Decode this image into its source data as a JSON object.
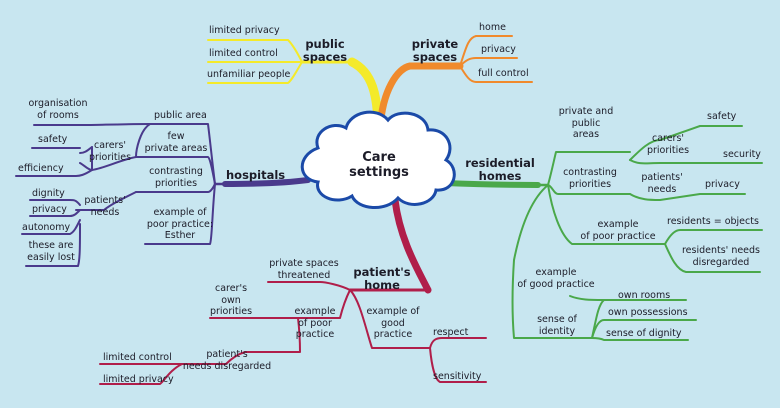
{
  "center": {
    "title_line1": "Care",
    "title_line2": "settings"
  },
  "branches": {
    "public_spaces": {
      "color": "#f4ea2a",
      "title_line1": "public",
      "title_line2": "spaces",
      "items": [
        "limited privacy",
        "limited control",
        "unfamiliar people"
      ]
    },
    "private_spaces": {
      "color": "#f08a2c",
      "title_line1": "private",
      "title_line2": "spaces",
      "items": [
        "home",
        "privacy",
        "full control"
      ]
    },
    "hospitals": {
      "color": "#4a3a8c",
      "title": "hospitals",
      "items": {
        "public_area": "public area",
        "few_line1": "few",
        "few_line2": "private areas",
        "contrasting_line1": "contrasting",
        "contrasting_line2": "priorities",
        "example_line1": "example of",
        "example_line2": "poor practice:",
        "example_line3": "Esther",
        "carers_line1": "carers'",
        "carers_line2": "priorities",
        "organisation_line1": "organisation",
        "organisation_line2": "of rooms",
        "safety": "safety",
        "efficiency": "efficiency",
        "patients_line1": "patients'",
        "patients_line2": "needs",
        "dignity": "dignity",
        "privacy": "privacy",
        "autonomy": "autonomy",
        "lost_line1": "these are",
        "lost_line2": "easily lost"
      }
    },
    "residential_homes": {
      "color": "#4aa84a",
      "title_line1": "residential",
      "title_line2": "homes",
      "items": {
        "private_public_line1": "private and",
        "private_public_line2": "public",
        "private_public_line3": "areas",
        "contrasting_line1": "contrasting",
        "contrasting_line2": "priorities",
        "carers_line1": "carers'",
        "carers_line2": "priorities",
        "safety": "safety",
        "security": "security",
        "patients_line1": "patients'",
        "patients_line2": "needs",
        "privacy": "privacy",
        "poor_line1": "example",
        "poor_line2": "of poor practice",
        "objects": "residents = objects",
        "disregarded_line1": "residents' needs",
        "disregarded_line2": "disregarded",
        "good_line1": "example",
        "good_line2": "of good practice",
        "identity_line1": "sense of",
        "identity_line2": "identity",
        "own_rooms": "own rooms",
        "own_possessions": "own possessions",
        "dignity": "sense of dignity"
      }
    },
    "patients_home": {
      "color": "#b01e4a",
      "title_line1": "patient's",
      "title_line2": "home",
      "items": {
        "threatened_line1": "private spaces",
        "threatened_line2": "threatened",
        "poor_line1": "example",
        "poor_line2": "of poor",
        "poor_line3": "practice",
        "carers_line1": "carer's",
        "carers_line2": "own",
        "carers_line3": "priorities",
        "patients_needs_line1": "patient's",
        "patients_needs_line2": "needs disregarded",
        "limited_control": "limited control",
        "limited_privacy": "limited privacy",
        "good_line1": "example of",
        "good_line2": "good",
        "good_line3": "practice",
        "respect": "respect",
        "sensitivity": "sensitivity"
      }
    }
  }
}
